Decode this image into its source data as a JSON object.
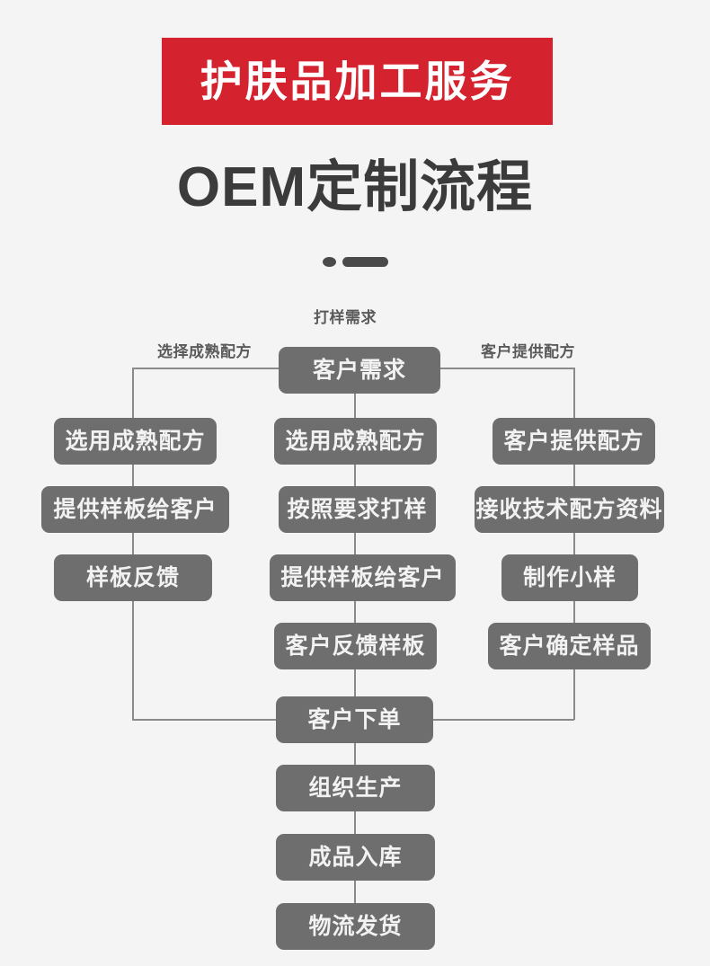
{
  "header": {
    "banner_text": "护肤品加工服务",
    "banner_color": "#d4222f",
    "title": "OEM定制流程",
    "title_color": "#3b3b3b",
    "divider": {
      "dot": "dot-shape",
      "bar": "bar-shape"
    }
  },
  "theme": {
    "background": "#f4f4f4",
    "node_fill": "#6e6e6e",
    "node_text": "#f2f2f2",
    "edge_color": "#8a8a8a",
    "label_color": "#5a5a5a"
  },
  "chart_data": {
    "type": "flowchart",
    "title": "OEM定制流程",
    "root": "客户需求",
    "branch_labels": {
      "left": "选择成熟配方",
      "center": "打样需求",
      "right": "客户提供配方"
    },
    "columns": [
      {
        "name": "left",
        "label": "选择成熟配方",
        "steps": [
          "选用成熟配方",
          "提供样板给客户",
          "样板反馈"
        ]
      },
      {
        "name": "center",
        "label": "打样需求",
        "steps": [
          "选用成熟配方",
          "按照要求打样",
          "提供样板给客户",
          "客户反馈样板"
        ]
      },
      {
        "name": "right",
        "label": "客户提供配方",
        "steps": [
          "客户提供配方",
          "接收技术配方资料",
          "制作小样",
          "客户确定样品"
        ]
      }
    ],
    "merge_node": "客户下单",
    "tail_steps": [
      "组织生产",
      "成品入库",
      "物流发货"
    ]
  },
  "nodes": {
    "root": "客户需求",
    "left": {
      "s1": "选用成熟配方",
      "s2": "提供样板给客户",
      "s3": "样板反馈"
    },
    "center": {
      "s1": "选用成熟配方",
      "s2": "按照要求打样",
      "s3": "提供样板给客户",
      "s4": "客户反馈样板"
    },
    "right": {
      "s1": "客户提供配方",
      "s2": "接收技术配方资料",
      "s3": "制作小样",
      "s4": "客户确定样品"
    },
    "merge": "客户下单",
    "tail": {
      "t1": "组织生产",
      "t2": "成品入库",
      "t3": "物流发货"
    }
  },
  "labels": {
    "left": "选择成熟配方",
    "center": "打样需求",
    "right": "客户提供配方"
  }
}
